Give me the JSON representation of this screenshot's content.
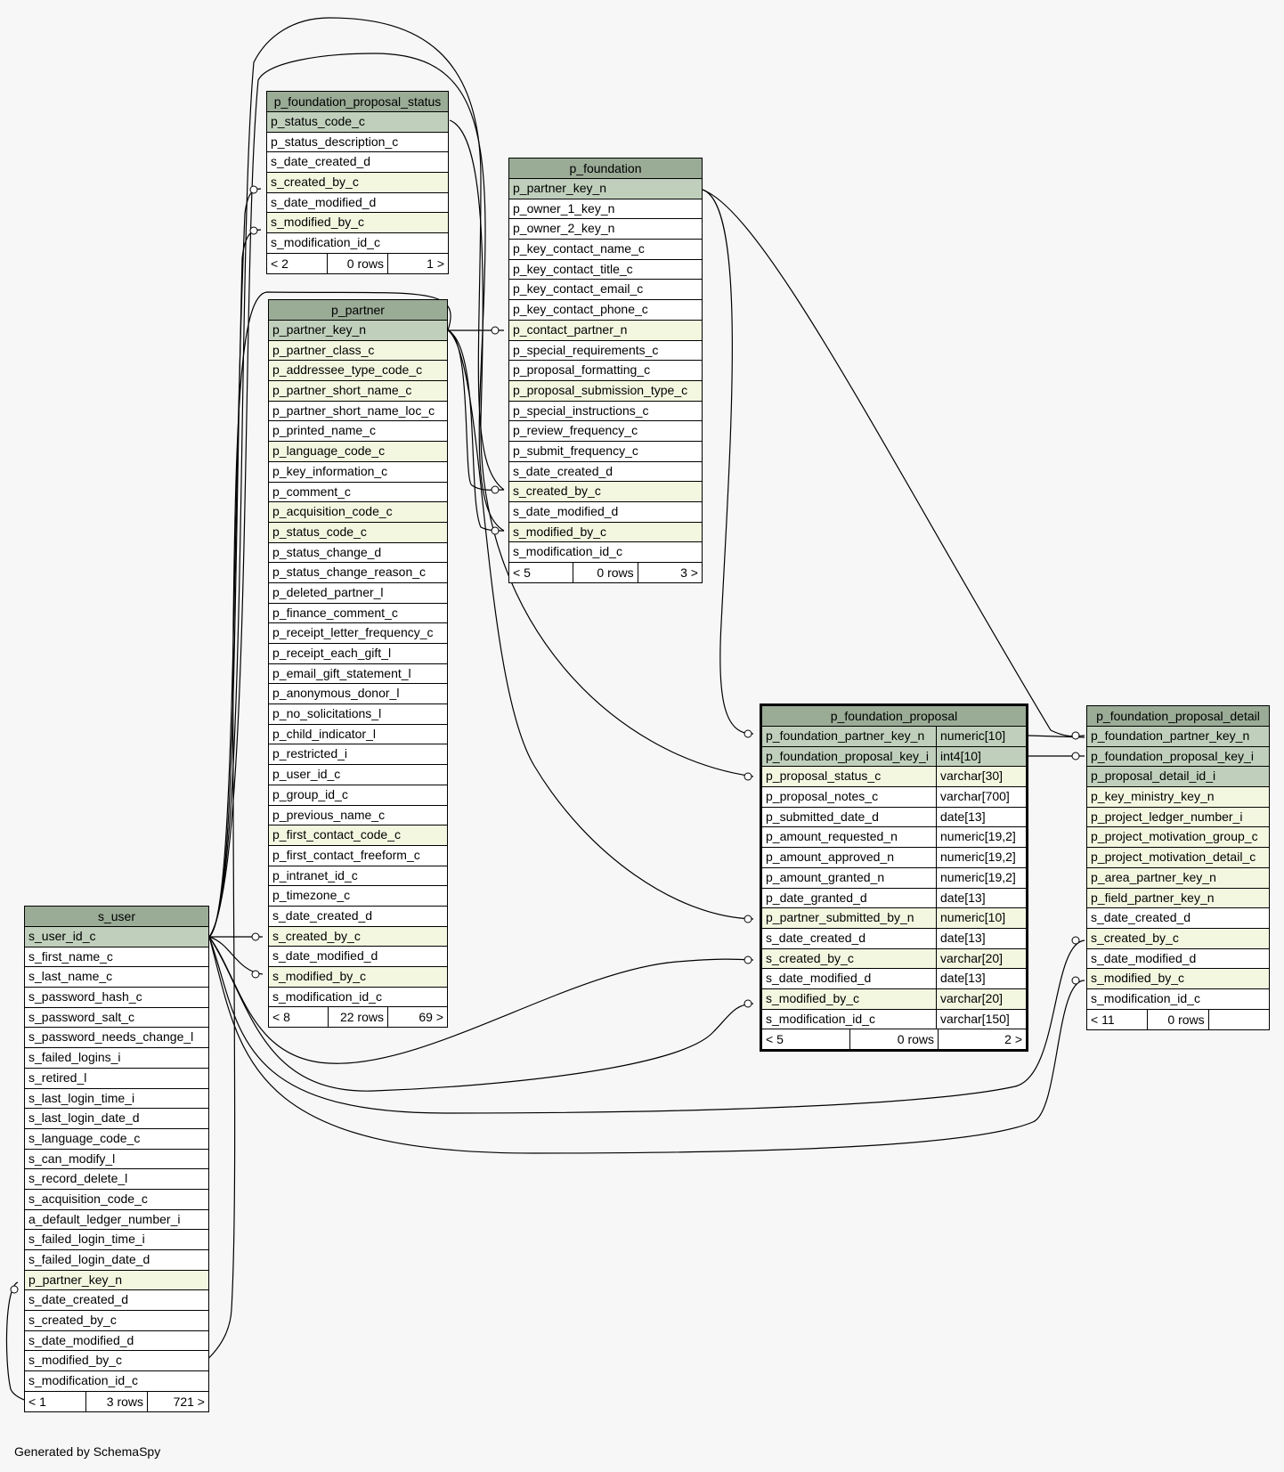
{
  "footer_text": "Generated by SchemaSpy",
  "colors": {
    "header": "#9aab96",
    "primary_key": "#bfcfbb",
    "foreign_key": "#f4f7e0",
    "column": "#ffffff",
    "background": "#f7f7f7"
  },
  "tables": {
    "p_foundation_proposal_status": {
      "name": "p_foundation_proposal_status",
      "columns": [
        {
          "name": "p_status_code_c",
          "kind": "pk"
        },
        {
          "name": "p_status_description_c",
          "kind": "plain"
        },
        {
          "name": "s_date_created_d",
          "kind": "plain"
        },
        {
          "name": "s_created_by_c",
          "kind": "fk"
        },
        {
          "name": "s_date_modified_d",
          "kind": "plain"
        },
        {
          "name": "s_modified_by_c",
          "kind": "fk"
        },
        {
          "name": "s_modification_id_c",
          "kind": "plain"
        }
      ],
      "footer": [
        "< 2",
        "0 rows",
        "1 >"
      ]
    },
    "p_partner": {
      "name": "p_partner",
      "columns": [
        {
          "name": "p_partner_key_n",
          "kind": "pk"
        },
        {
          "name": "p_partner_class_c",
          "kind": "fk"
        },
        {
          "name": "p_addressee_type_code_c",
          "kind": "fk"
        },
        {
          "name": "p_partner_short_name_c",
          "kind": "fk"
        },
        {
          "name": "p_partner_short_name_loc_c",
          "kind": "plain"
        },
        {
          "name": "p_printed_name_c",
          "kind": "plain"
        },
        {
          "name": "p_language_code_c",
          "kind": "fk"
        },
        {
          "name": "p_key_information_c",
          "kind": "plain"
        },
        {
          "name": "p_comment_c",
          "kind": "plain"
        },
        {
          "name": "p_acquisition_code_c",
          "kind": "fk"
        },
        {
          "name": "p_status_code_c",
          "kind": "fk"
        },
        {
          "name": "p_status_change_d",
          "kind": "plain"
        },
        {
          "name": "p_status_change_reason_c",
          "kind": "plain"
        },
        {
          "name": "p_deleted_partner_l",
          "kind": "plain"
        },
        {
          "name": "p_finance_comment_c",
          "kind": "plain"
        },
        {
          "name": "p_receipt_letter_frequency_c",
          "kind": "plain"
        },
        {
          "name": "p_receipt_each_gift_l",
          "kind": "plain"
        },
        {
          "name": "p_email_gift_statement_l",
          "kind": "plain"
        },
        {
          "name": "p_anonymous_donor_l",
          "kind": "plain"
        },
        {
          "name": "p_no_solicitations_l",
          "kind": "plain"
        },
        {
          "name": "p_child_indicator_l",
          "kind": "plain"
        },
        {
          "name": "p_restricted_i",
          "kind": "plain"
        },
        {
          "name": "p_user_id_c",
          "kind": "plain"
        },
        {
          "name": "p_group_id_c",
          "kind": "plain"
        },
        {
          "name": "p_previous_name_c",
          "kind": "plain"
        },
        {
          "name": "p_first_contact_code_c",
          "kind": "fk"
        },
        {
          "name": "p_first_contact_freeform_c",
          "kind": "plain"
        },
        {
          "name": "p_intranet_id_c",
          "kind": "plain"
        },
        {
          "name": "p_timezone_c",
          "kind": "plain"
        },
        {
          "name": "s_date_created_d",
          "kind": "plain"
        },
        {
          "name": "s_created_by_c",
          "kind": "fk"
        },
        {
          "name": "s_date_modified_d",
          "kind": "plain"
        },
        {
          "name": "s_modified_by_c",
          "kind": "fk"
        },
        {
          "name": "s_modification_id_c",
          "kind": "plain"
        }
      ],
      "footer": [
        "< 8",
        "22 rows",
        "69 >"
      ]
    },
    "p_foundation": {
      "name": "p_foundation",
      "columns": [
        {
          "name": "p_partner_key_n",
          "kind": "pk"
        },
        {
          "name": "p_owner_1_key_n",
          "kind": "plain"
        },
        {
          "name": "p_owner_2_key_n",
          "kind": "plain"
        },
        {
          "name": "p_key_contact_name_c",
          "kind": "plain"
        },
        {
          "name": "p_key_contact_title_c",
          "kind": "plain"
        },
        {
          "name": "p_key_contact_email_c",
          "kind": "plain"
        },
        {
          "name": "p_key_contact_phone_c",
          "kind": "plain"
        },
        {
          "name": "p_contact_partner_n",
          "kind": "fk"
        },
        {
          "name": "p_special_requirements_c",
          "kind": "plain"
        },
        {
          "name": "p_proposal_formatting_c",
          "kind": "plain"
        },
        {
          "name": "p_proposal_submission_type_c",
          "kind": "fk"
        },
        {
          "name": "p_special_instructions_c",
          "kind": "plain"
        },
        {
          "name": "p_review_frequency_c",
          "kind": "plain"
        },
        {
          "name": "p_submit_frequency_c",
          "kind": "plain"
        },
        {
          "name": "s_date_created_d",
          "kind": "plain"
        },
        {
          "name": "s_created_by_c",
          "kind": "fk"
        },
        {
          "name": "s_date_modified_d",
          "kind": "plain"
        },
        {
          "name": "s_modified_by_c",
          "kind": "fk"
        },
        {
          "name": "s_modification_id_c",
          "kind": "plain"
        }
      ],
      "footer": [
        "< 5",
        "0 rows",
        "3 >"
      ]
    },
    "p_foundation_proposal": {
      "name": "p_foundation_proposal",
      "columns": [
        {
          "name": "p_foundation_partner_key_n",
          "type": "numeric[10]",
          "kind": "pk"
        },
        {
          "name": "p_foundation_proposal_key_i",
          "type": "int4[10]",
          "kind": "pk"
        },
        {
          "name": "p_proposal_status_c",
          "type": "varchar[30]",
          "kind": "fk"
        },
        {
          "name": "p_proposal_notes_c",
          "type": "varchar[700]",
          "kind": "plain"
        },
        {
          "name": "p_submitted_date_d",
          "type": "date[13]",
          "kind": "plain"
        },
        {
          "name": "p_amount_requested_n",
          "type": "numeric[19,2]",
          "kind": "plain"
        },
        {
          "name": "p_amount_approved_n",
          "type": "numeric[19,2]",
          "kind": "plain"
        },
        {
          "name": "p_amount_granted_n",
          "type": "numeric[19,2]",
          "kind": "plain"
        },
        {
          "name": "p_date_granted_d",
          "type": "date[13]",
          "kind": "plain"
        },
        {
          "name": "p_partner_submitted_by_n",
          "type": "numeric[10]",
          "kind": "fk"
        },
        {
          "name": "s_date_created_d",
          "type": "date[13]",
          "kind": "plain"
        },
        {
          "name": "s_created_by_c",
          "type": "varchar[20]",
          "kind": "fk"
        },
        {
          "name": "s_date_modified_d",
          "type": "date[13]",
          "kind": "plain"
        },
        {
          "name": "s_modified_by_c",
          "type": "varchar[20]",
          "kind": "fk"
        },
        {
          "name": "s_modification_id_c",
          "type": "varchar[150]",
          "kind": "plain"
        }
      ],
      "footer": [
        "< 5",
        "0 rows",
        "2 >"
      ]
    },
    "p_foundation_proposal_detail": {
      "name": "p_foundation_proposal_detail",
      "columns": [
        {
          "name": "p_foundation_partner_key_n",
          "kind": "pk"
        },
        {
          "name": "p_foundation_proposal_key_i",
          "kind": "pk"
        },
        {
          "name": "p_proposal_detail_id_i",
          "kind": "pk"
        },
        {
          "name": "p_key_ministry_key_n",
          "kind": "fk"
        },
        {
          "name": "p_project_ledger_number_i",
          "kind": "fk"
        },
        {
          "name": "p_project_motivation_group_c",
          "kind": "fk"
        },
        {
          "name": "p_project_motivation_detail_c",
          "kind": "fk"
        },
        {
          "name": "p_area_partner_key_n",
          "kind": "fk"
        },
        {
          "name": "p_field_partner_key_n",
          "kind": "fk"
        },
        {
          "name": "s_date_created_d",
          "kind": "plain"
        },
        {
          "name": "s_created_by_c",
          "kind": "fk"
        },
        {
          "name": "s_date_modified_d",
          "kind": "plain"
        },
        {
          "name": "s_modified_by_c",
          "kind": "fk"
        },
        {
          "name": "s_modification_id_c",
          "kind": "plain"
        }
      ],
      "footer": [
        "< 11",
        "0 rows",
        ""
      ]
    },
    "s_user": {
      "name": "s_user",
      "columns": [
        {
          "name": "s_user_id_c",
          "kind": "pk"
        },
        {
          "name": "s_first_name_c",
          "kind": "plain"
        },
        {
          "name": "s_last_name_c",
          "kind": "plain"
        },
        {
          "name": "s_password_hash_c",
          "kind": "plain"
        },
        {
          "name": "s_password_salt_c",
          "kind": "plain"
        },
        {
          "name": "s_password_needs_change_l",
          "kind": "plain"
        },
        {
          "name": "s_failed_logins_i",
          "kind": "plain"
        },
        {
          "name": "s_retired_l",
          "kind": "plain"
        },
        {
          "name": "s_last_login_time_i",
          "kind": "plain"
        },
        {
          "name": "s_last_login_date_d",
          "kind": "plain"
        },
        {
          "name": "s_language_code_c",
          "kind": "plain"
        },
        {
          "name": "s_can_modify_l",
          "kind": "plain"
        },
        {
          "name": "s_record_delete_l",
          "kind": "plain"
        },
        {
          "name": "s_acquisition_code_c",
          "kind": "plain"
        },
        {
          "name": "a_default_ledger_number_i",
          "kind": "plain"
        },
        {
          "name": "s_failed_login_time_i",
          "kind": "plain"
        },
        {
          "name": "s_failed_login_date_d",
          "kind": "plain"
        },
        {
          "name": "p_partner_key_n",
          "kind": "fk"
        },
        {
          "name": "s_date_created_d",
          "kind": "plain"
        },
        {
          "name": "s_created_by_c",
          "kind": "plain"
        },
        {
          "name": "s_date_modified_d",
          "kind": "plain"
        },
        {
          "name": "s_modified_by_c",
          "kind": "plain"
        },
        {
          "name": "s_modification_id_c",
          "kind": "plain"
        }
      ],
      "footer": [
        "< 1",
        "3 rows",
        "721 >"
      ]
    }
  },
  "relationships": [
    {
      "from": "s_user.s_user_id_c",
      "to": "p_foundation_proposal_status.s_created_by_c"
    },
    {
      "from": "s_user.s_user_id_c",
      "to": "p_foundation_proposal_status.s_modified_by_c"
    },
    {
      "from": "s_user.s_user_id_c",
      "to": "p_partner.s_created_by_c"
    },
    {
      "from": "s_user.s_user_id_c",
      "to": "p_partner.s_modified_by_c"
    },
    {
      "from": "s_user.s_user_id_c",
      "to": "p_foundation.s_created_by_c"
    },
    {
      "from": "s_user.s_user_id_c",
      "to": "p_foundation.s_modified_by_c"
    },
    {
      "from": "s_user.s_user_id_c",
      "to": "p_foundation_proposal.s_created_by_c"
    },
    {
      "from": "s_user.s_user_id_c",
      "to": "p_foundation_proposal.s_modified_by_c"
    },
    {
      "from": "s_user.s_user_id_c",
      "to": "p_foundation_proposal_detail.s_created_by_c"
    },
    {
      "from": "s_user.s_user_id_c",
      "to": "p_foundation_proposal_detail.s_modified_by_c"
    },
    {
      "from": "p_partner.p_partner_key_n",
      "to": "s_user.p_partner_key_n"
    },
    {
      "from": "p_partner.p_partner_key_n",
      "to": "p_foundation.p_contact_partner_n"
    },
    {
      "from": "p_partner.p_partner_key_n",
      "to": "p_foundation_proposal.p_partner_submitted_by_n"
    },
    {
      "from": "p_foundation_proposal_status.p_status_code_c",
      "to": "p_foundation_proposal.p_proposal_status_c"
    },
    {
      "from": "p_foundation.p_partner_key_n",
      "to": "p_foundation_proposal.p_foundation_partner_key_n"
    },
    {
      "from": "p_foundation.p_partner_key_n",
      "to": "p_foundation_proposal_detail.p_foundation_partner_key_n"
    },
    {
      "from": "p_foundation_proposal.p_foundation_partner_key_n",
      "to": "p_foundation_proposal_detail.p_foundation_partner_key_n"
    },
    {
      "from": "p_foundation_proposal.p_foundation_proposal_key_i",
      "to": "p_foundation_proposal_detail.p_foundation_proposal_key_i"
    }
  ]
}
